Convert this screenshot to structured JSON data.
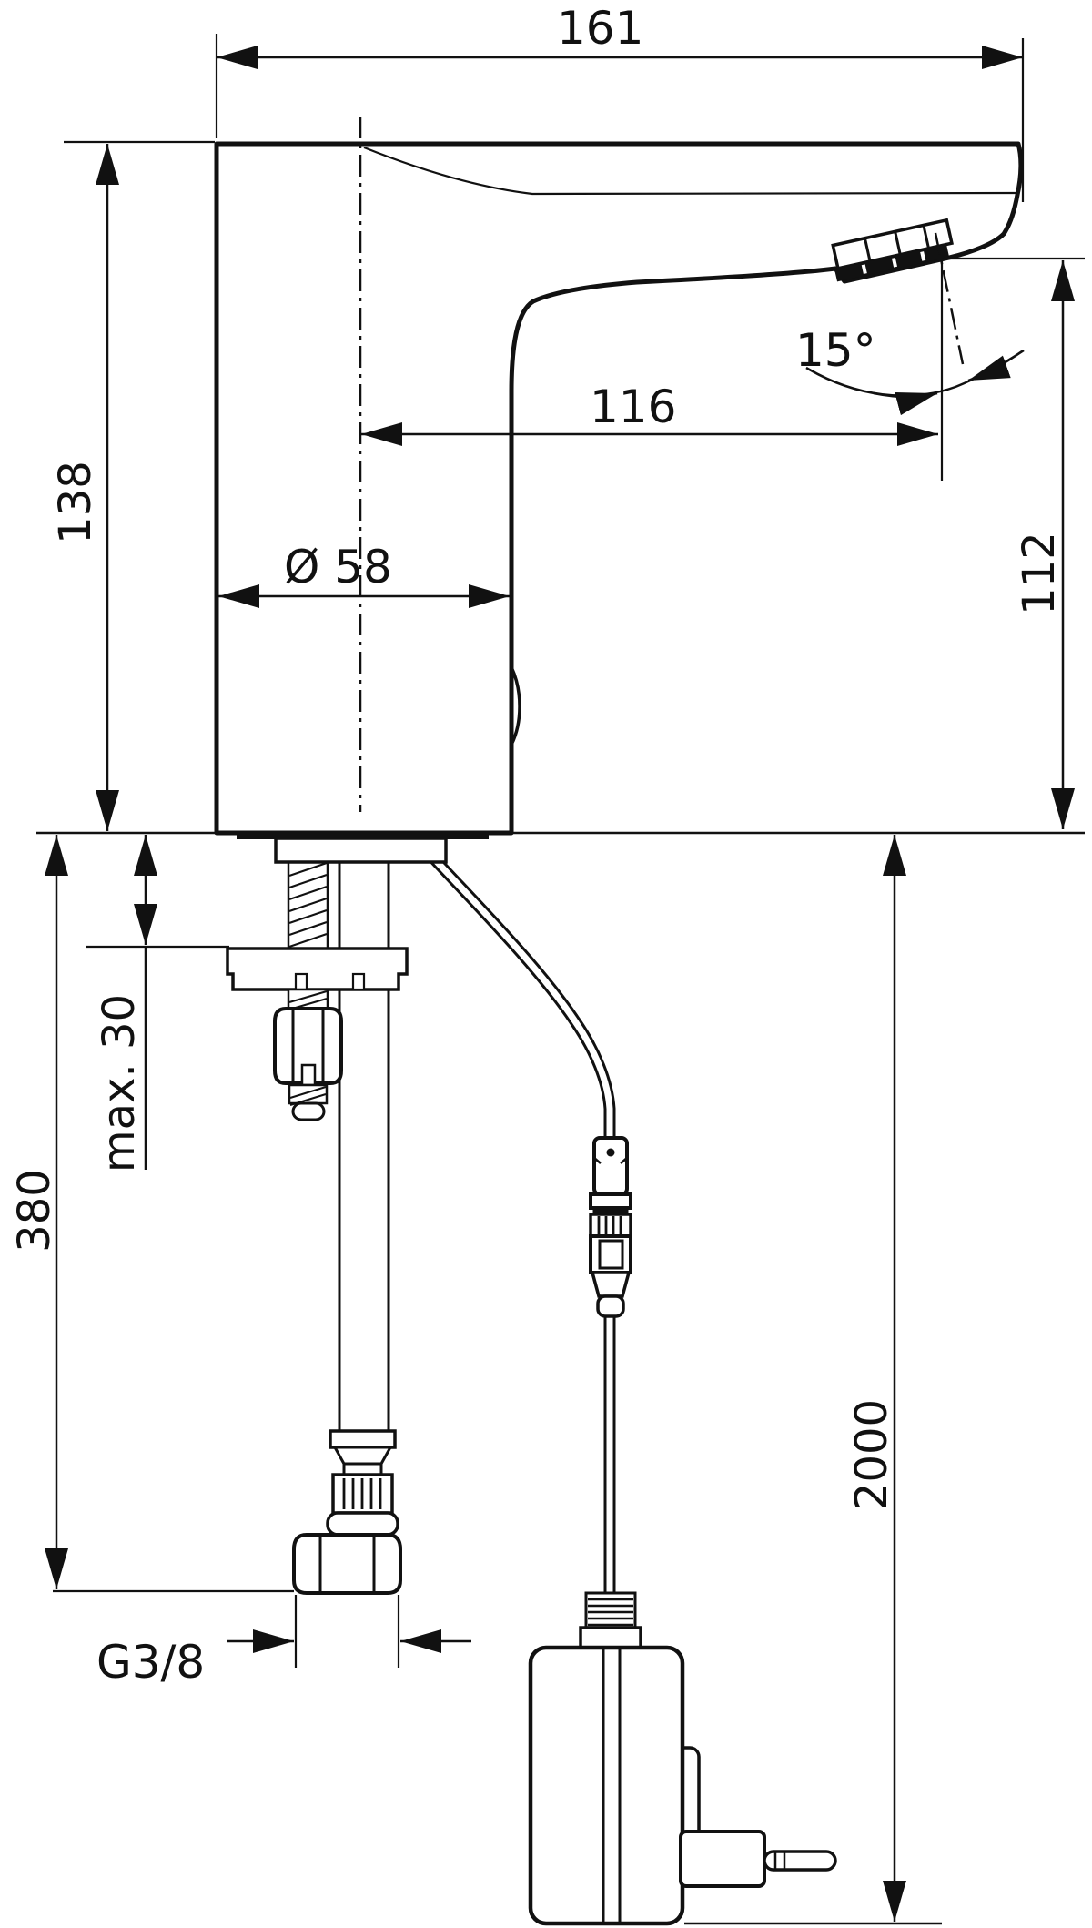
{
  "dimensions": {
    "width_overall": "161",
    "height_body": "138",
    "spout_reach": "116",
    "outlet_angle": "15°",
    "body_diameter": "Ø 58",
    "outlet_height": "112",
    "deck_thickness_max": "max. 30",
    "supply_hose_length": "380",
    "power_cable_length": "2000",
    "supply_thread": "G3/8"
  },
  "colors": {
    "line": "#111111",
    "background": "#ffffff"
  }
}
